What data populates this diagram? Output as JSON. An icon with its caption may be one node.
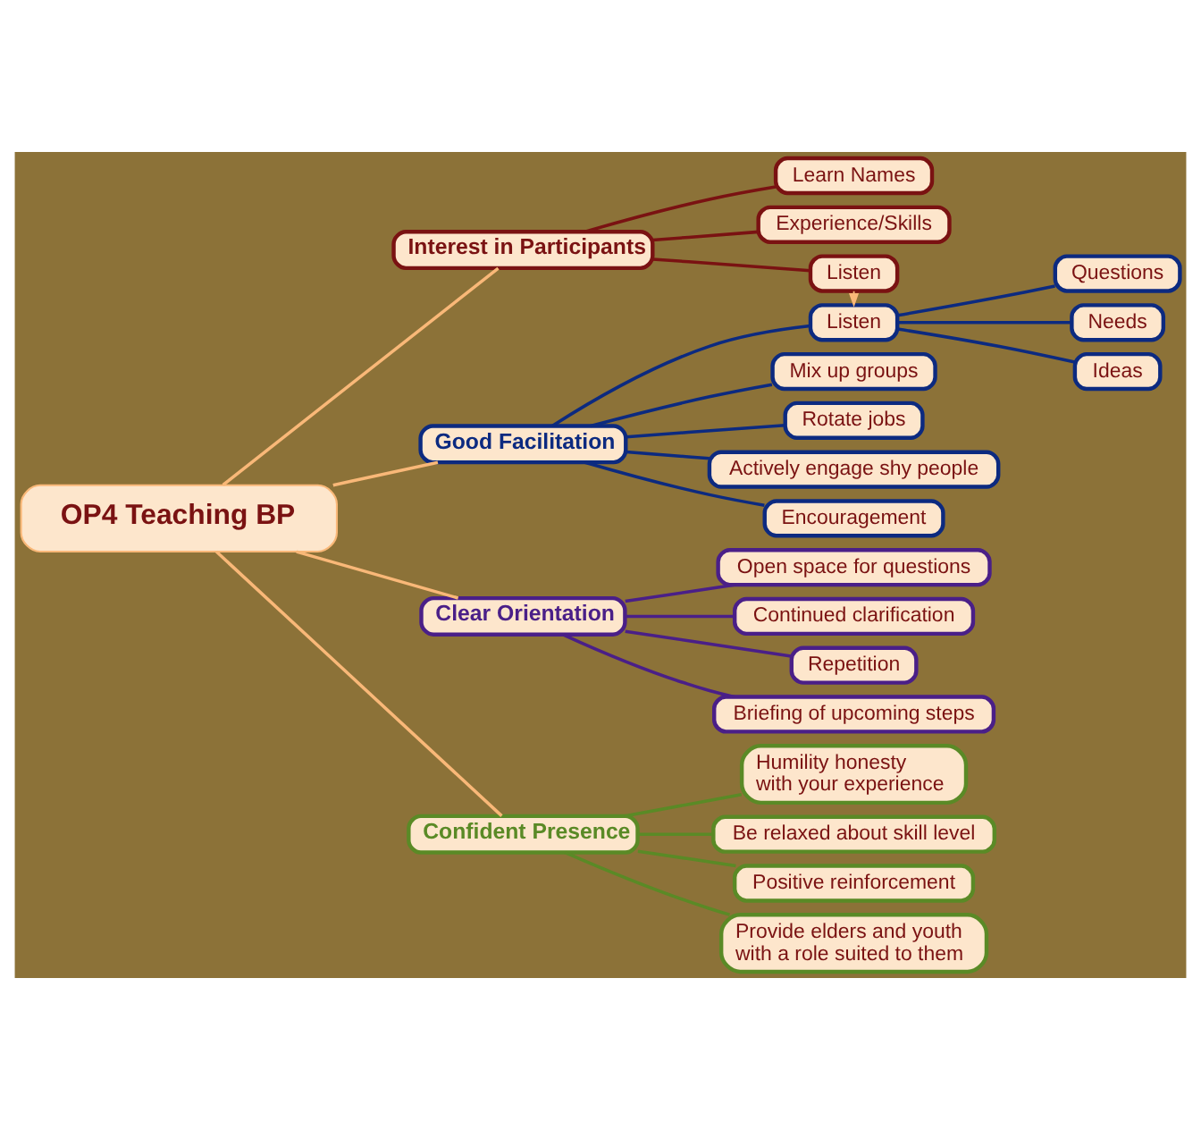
{
  "diagram": {
    "nodes": [
      {
        "text": [
          "OP4 Teaching BP"
        ]
      },
      {
        "text": [
          "Interest in Participants"
        ]
      },
      {
        "text": [
          "Learn Names"
        ]
      },
      {
        "text": [
          "Experience/Skills"
        ]
      },
      {
        "text": [
          "Listen"
        ]
      },
      {
        "text": [
          "Good Facilitation"
        ]
      },
      {
        "text": [
          "Listen"
        ]
      },
      {
        "text": [
          "Questions"
        ]
      },
      {
        "text": [
          "Needs"
        ]
      },
      {
        "text": [
          "Ideas"
        ]
      },
      {
        "text": [
          "Mix up groups"
        ]
      },
      {
        "text": [
          "Rotate jobs"
        ]
      },
      {
        "text": [
          "Actively engage shy people"
        ]
      },
      {
        "text": [
          "Encouragement"
        ]
      },
      {
        "text": [
          "Clear Orientation"
        ]
      },
      {
        "text": [
          "Open space for questions"
        ]
      },
      {
        "text": [
          "Continued clarification"
        ]
      },
      {
        "text": [
          "Repetition"
        ]
      },
      {
        "text": [
          "Briefing of upcoming steps"
        ]
      },
      {
        "text": [
          "Confident Presence"
        ]
      },
      {
        "text": [
          "Humility honesty with your experience"
        ]
      },
      {
        "text": [
          "Be relaxed about skill level"
        ]
      },
      {
        "text": [
          "Positive reinforcement"
        ]
      },
      {
        "text": [
          "Provide elders and youth with a role suited to them"
        ]
      }
    ],
    "edges": [
      {
        "from": 0,
        "to": 1,
        "arrow": "none",
        "color": "#f9b878"
      },
      {
        "from": 0,
        "to": 5,
        "arrow": "none",
        "color": "#f9b878"
      },
      {
        "from": 0,
        "to": 14,
        "arrow": "none",
        "color": "#f9b878"
      },
      {
        "from": 0,
        "to": 19,
        "arrow": "none",
        "color": "#f9b878"
      },
      {
        "from": 1,
        "to": 2,
        "arrow": "none",
        "color": "#7a1212"
      },
      {
        "from": 1,
        "to": 3,
        "arrow": "none",
        "color": "#7a1212"
      },
      {
        "from": 1,
        "to": 4,
        "arrow": "none",
        "color": "#7a1212"
      },
      {
        "from": 4,
        "to": 6,
        "arrow": "to",
        "style": "dashed",
        "color": "#f9b878"
      },
      {
        "from": 5,
        "to": 6,
        "arrow": "none",
        "color": "#0c2a80"
      },
      {
        "from": 6,
        "to": 7,
        "arrow": "none",
        "color": "#0c2a80"
      },
      {
        "from": 6,
        "to": 8,
        "arrow": "none",
        "color": "#0c2a80"
      },
      {
        "from": 6,
        "to": 9,
        "arrow": "none",
        "color": "#0c2a80"
      },
      {
        "from": 5,
        "to": 10,
        "arrow": "none",
        "color": "#0c2a80"
      },
      {
        "from": 5,
        "to": 11,
        "arrow": "none",
        "color": "#0c2a80"
      },
      {
        "from": 5,
        "to": 12,
        "arrow": "none",
        "color": "#0c2a80"
      },
      {
        "from": 5,
        "to": 13,
        "arrow": "none",
        "color": "#0c2a80"
      },
      {
        "from": 14,
        "to": 15,
        "arrow": "none",
        "color": "#4a1f88"
      },
      {
        "from": 14,
        "to": 16,
        "arrow": "none",
        "color": "#4a1f88"
      },
      {
        "from": 14,
        "to": 17,
        "arrow": "none",
        "color": "#4a1f88"
      },
      {
        "from": 14,
        "to": 18,
        "arrow": "none",
        "color": "#4a1f88"
      },
      {
        "from": 19,
        "to": 20,
        "arrow": "none",
        "color": "#5a8a26"
      },
      {
        "from": 19,
        "to": 21,
        "arrow": "none",
        "color": "#5a8a26"
      },
      {
        "from": 19,
        "to": 22,
        "arrow": "none",
        "color": "#5a8a26"
      },
      {
        "from": 19,
        "to": 23,
        "arrow": "none",
        "color": "#5a8a26"
      }
    ]
  }
}
